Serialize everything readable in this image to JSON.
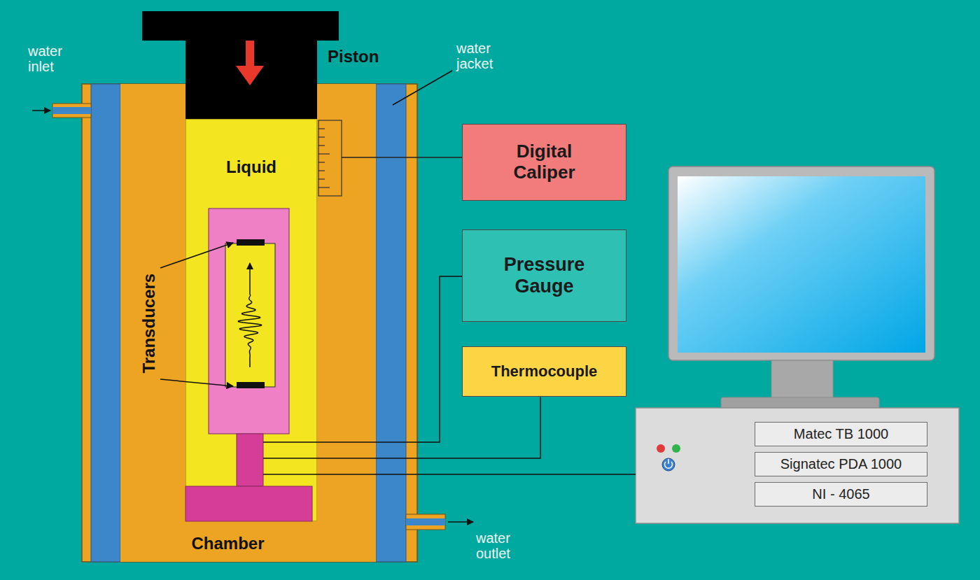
{
  "diagram": {
    "nodes": [
      {
        "text": [
          "Chamber"
        ]
      },
      {
        "text": [
          "Liquid"
        ],
        "in": 0
      },
      {
        "text": [
          "Digital Caliper"
        ]
      },
      {
        "text": [
          "Pressure Gauge"
        ]
      },
      {
        "text": [
          "Thermocouple"
        ]
      },
      {
        "text": [
          "Matec TB 1000"
        ]
      },
      {
        "text": [
          "Signatec PDA 1000"
        ]
      },
      {
        "text": [
          "NI - 4065"
        ]
      }
    ],
    "labels": [
      "water inlet",
      "Piston",
      "water jacket",
      "Transducers",
      "water outlet"
    ]
  }
}
